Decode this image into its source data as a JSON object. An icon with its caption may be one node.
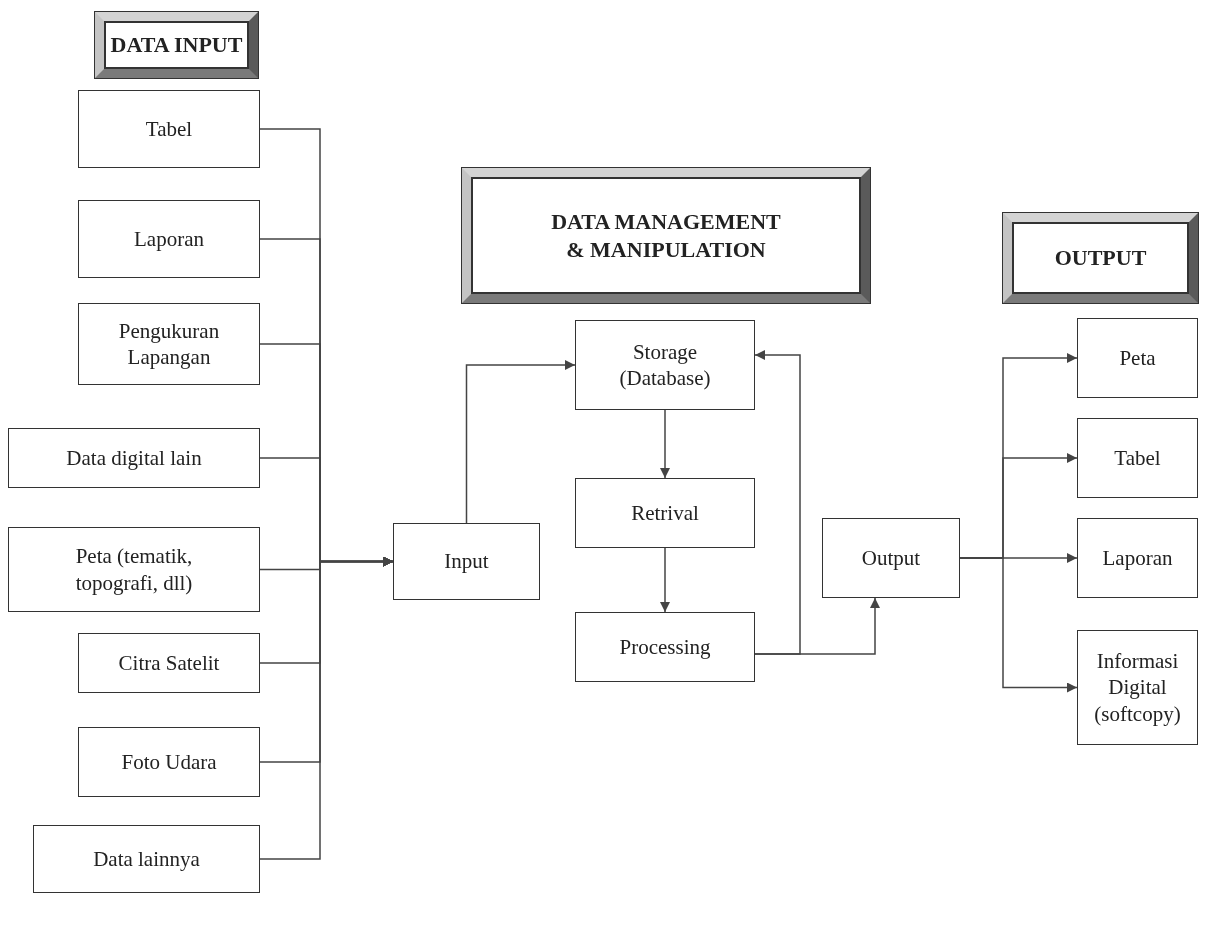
{
  "diagram": {
    "nodes": [
      {
        "text": [
          "DATA INPUT"
        ]
      },
      {
        "text": [
          "Tabel"
        ]
      },
      {
        "text": [
          "Laporan"
        ]
      },
      {
        "text": [
          "Pengukuran Lapangan"
        ]
      },
      {
        "text": [
          "Data digital lain"
        ]
      },
      {
        "text": [
          "Peta (tematik, topografi, dll)"
        ]
      },
      {
        "text": [
          "Citra Satelit"
        ]
      },
      {
        "text": [
          "Foto Udara"
        ]
      },
      {
        "text": [
          "Data lainnya"
        ]
      },
      {
        "text": [
          "DATA MANAGEMENT & MANIPULATION"
        ]
      },
      {
        "text": [
          "Input"
        ]
      },
      {
        "text": [
          "Storage (Database)"
        ]
      },
      {
        "text": [
          "Retrival"
        ]
      },
      {
        "text": [
          "Processing"
        ]
      },
      {
        "text": [
          "Output"
        ]
      },
      {
        "text": [
          "OUTPUT"
        ]
      },
      {
        "text": [
          "Peta"
        ]
      },
      {
        "text": [
          "Tabel"
        ]
      },
      {
        "text": [
          "Laporan"
        ]
      },
      {
        "text": [
          "Informasi Digital (softcopy)"
        ]
      }
    ],
    "edges": [
      {
        "from": 1,
        "to": 10,
        "arrow": "to"
      },
      {
        "from": 2,
        "to": 10,
        "arrow": "to"
      },
      {
        "from": 3,
        "to": 10,
        "arrow": "to"
      },
      {
        "from": 4,
        "to": 10,
        "arrow": "to"
      },
      {
        "from": 5,
        "to": 10,
        "arrow": "to"
      },
      {
        "from": 6,
        "to": 10,
        "arrow": "to"
      },
      {
        "from": 7,
        "to": 10,
        "arrow": "to"
      },
      {
        "from": 8,
        "to": 10,
        "arrow": "to"
      },
      {
        "from": 10,
        "to": 11,
        "arrow": "to"
      },
      {
        "from": 11,
        "to": 12,
        "arrow": "to"
      },
      {
        "from": 12,
        "to": 13,
        "arrow": "to"
      },
      {
        "from": 13,
        "to": 11,
        "arrow": "to"
      },
      {
        "from": 13,
        "to": 14,
        "arrow": "to"
      },
      {
        "from": 14,
        "to": 16,
        "arrow": "to"
      },
      {
        "from": 14,
        "to": 17,
        "arrow": "to"
      },
      {
        "from": 14,
        "to": 18,
        "arrow": "to"
      },
      {
        "from": 14,
        "to": 19,
        "arrow": "to"
      }
    ]
  }
}
